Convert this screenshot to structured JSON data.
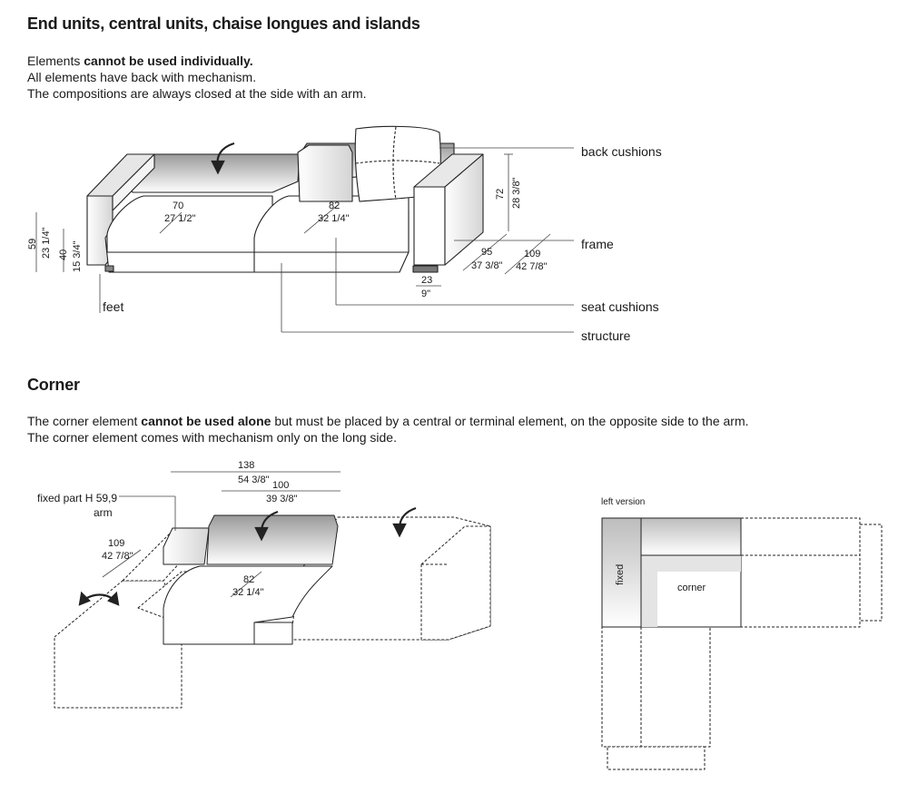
{
  "section1": {
    "title": "End units, central units, chaise longues and islands",
    "line1_prefix": "Elements ",
    "line1_bold": "cannot be used individually.",
    "line2": "All elements have back with mechanism.",
    "line3": "The compositions are always closed at the side with an arm.",
    "labels": {
      "back_cushions": "back cushions",
      "frame": "frame",
      "seat_cushions": "seat cushions",
      "structure": "structure",
      "feet": "feet"
    },
    "dims": {
      "d70": "70",
      "d27": "27 1/2\"",
      "d82": "82",
      "d32": "32 1/4\"",
      "d72": "72",
      "d28": "28 3/8\"",
      "d95": "95",
      "d37": "37 3/8\"",
      "d109": "109",
      "d42": "42 7/8\"",
      "d23": "23",
      "d9": "9\"",
      "d59": "59",
      "d23b": "23 1/4\"",
      "d40": "40",
      "d15": "15 3/4\""
    }
  },
  "section2": {
    "title": "Corner",
    "line1_prefix": "The corner element ",
    "line1_bold": "cannot be used alone",
    "line1_suffix": " but must be placed by a central or terminal element, on the opposite side to the arm.",
    "line2": "The corner element comes with mechanism only on the long side.",
    "labels": {
      "fixed_part": "fixed part H 59,9",
      "arm": "arm",
      "left_version": "left version",
      "fixed": "fixed",
      "corner": "corner"
    },
    "dims": {
      "d138": "138",
      "d54": "54 3/8\"",
      "d100": "100",
      "d39": "39 3/8\"",
      "d109": "109",
      "d42": "42 7/8\"",
      "d82": "82",
      "d32": "32 1/4\""
    }
  }
}
